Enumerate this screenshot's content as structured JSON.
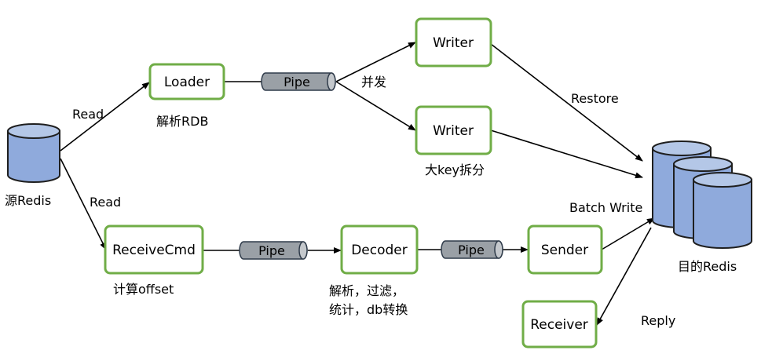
{
  "nodes": {
    "source_db": "源Redis",
    "target_db": "目的Redis",
    "loader": "Loader",
    "writer_top": "Writer",
    "writer_bottom": "Writer",
    "receive_cmd": "ReceiveCmd",
    "decoder": "Decoder",
    "sender": "Sender",
    "receiver": "Receiver"
  },
  "pipes": {
    "pipe_loader": "Pipe",
    "pipe_receive": "Pipe",
    "pipe_decoder": "Pipe"
  },
  "labels": {
    "read_top": "Read",
    "read_bottom": "Read",
    "parse_rdb": "解析RDB",
    "concurrent": "并发",
    "big_key_split": "大key拆分",
    "restore": "Restore",
    "batch_write": "Batch Write",
    "calc_offset": "计算offset",
    "decoder_note_line1": "解析，过滤，",
    "decoder_note_line2": "统计，db转换",
    "reply": "Reply"
  },
  "colors": {
    "box_border": "#70ad47",
    "db_fill": "#8faadc",
    "pipe_fill": "#9aa0a6"
  }
}
